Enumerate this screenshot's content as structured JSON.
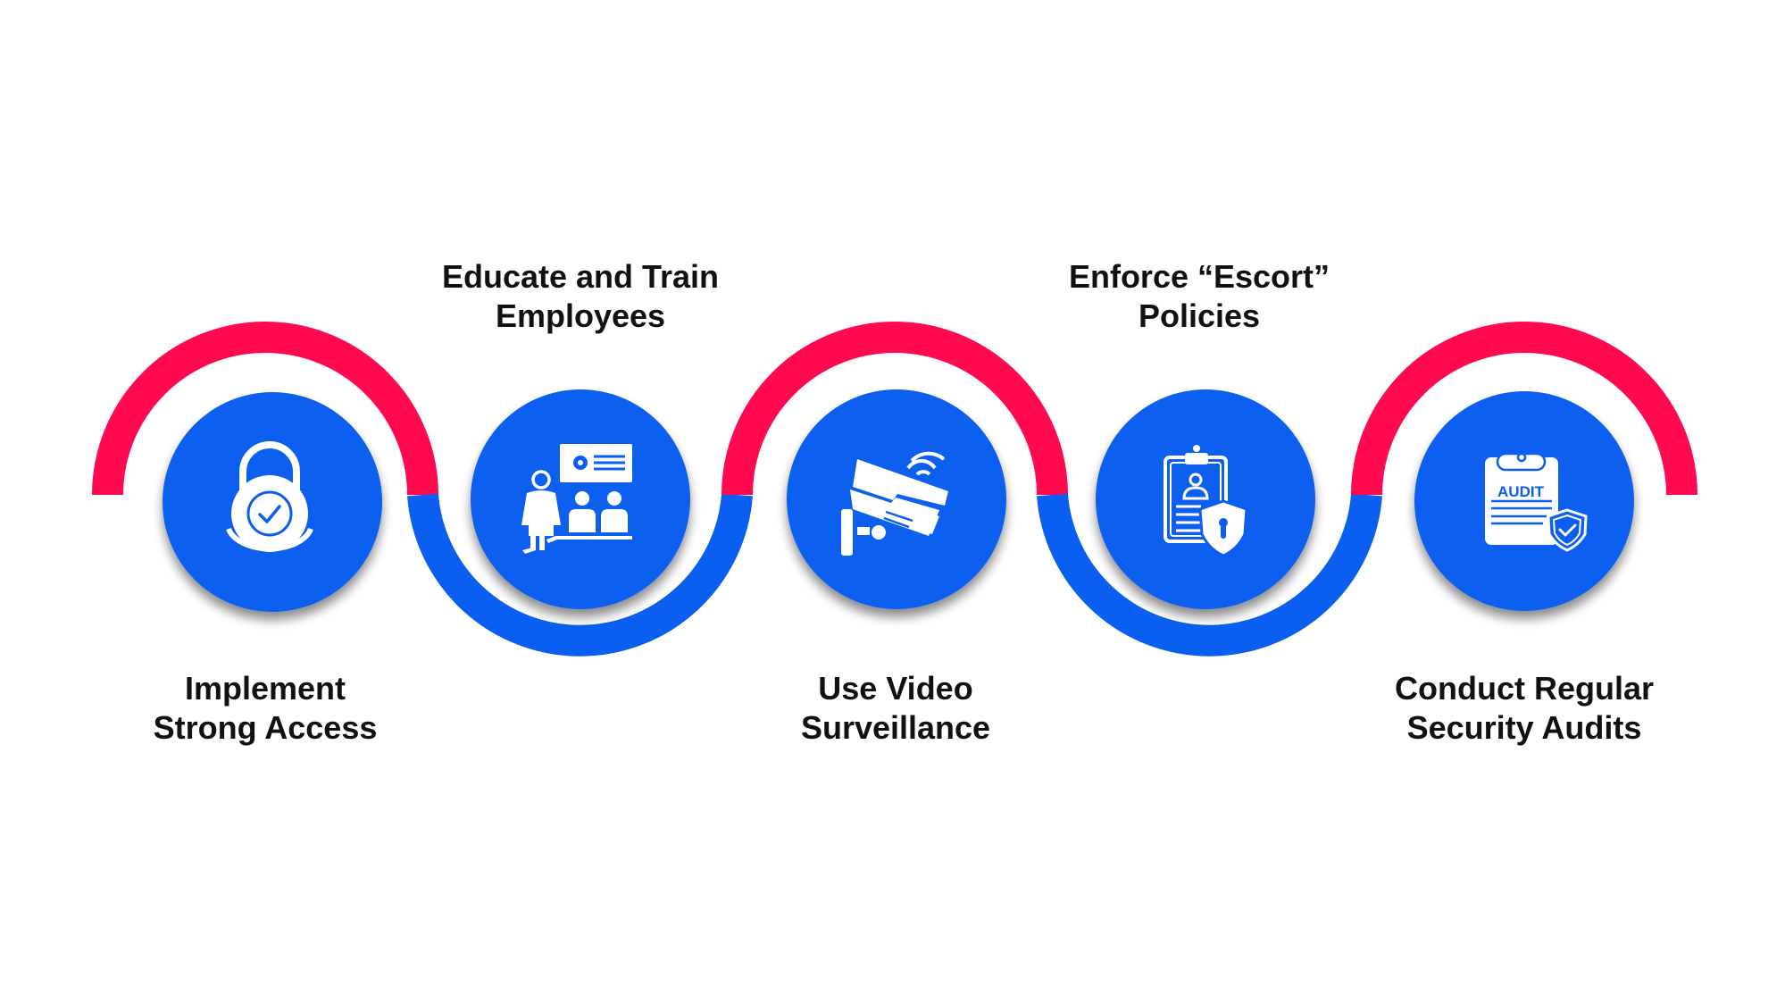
{
  "colors": {
    "red": "#ff0a4e",
    "blue": "#0a5ff0",
    "icon": "#ffffff",
    "text": "#111111",
    "background": "#ffffff"
  },
  "steps": [
    {
      "id": 1,
      "position": "bottom",
      "icon": "padlock-check-icon",
      "title_line1": "Implement",
      "title_line2": "Strong Access"
    },
    {
      "id": 2,
      "position": "top",
      "icon": "presentation-training-icon",
      "title_line1": "Educate and Train",
      "title_line2": "Employees"
    },
    {
      "id": 3,
      "position": "bottom",
      "icon": "cctv-camera-wifi-icon",
      "title_line1": "Use Video",
      "title_line2": "Surveillance"
    },
    {
      "id": 4,
      "position": "top",
      "icon": "clipboard-id-shield-icon",
      "title_line1": "Enforce “Escort”",
      "title_line2": "Policies"
    },
    {
      "id": 5,
      "position": "bottom",
      "icon": "audit-clipboard-shield-icon",
      "title_line1": "Conduct Regular",
      "title_line2": "Security Audits",
      "icon_text": "AUDIT"
    }
  ]
}
